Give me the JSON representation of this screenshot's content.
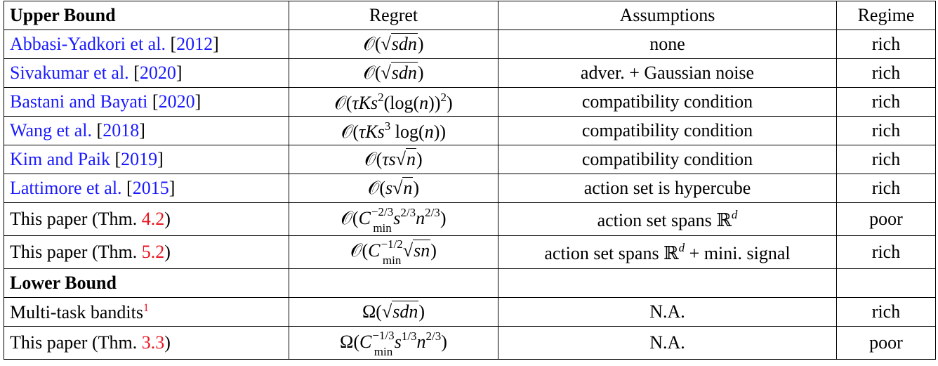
{
  "table": {
    "header": {
      "c0": "Upper Bound",
      "c1": "Regret",
      "c2": "Assumptions",
      "c3": "Regime"
    },
    "upper_rows": [
      {
        "author": "Abbasi-Yadkori et al.",
        "year": "2012",
        "regret": [
          {
            "k": "r",
            "t": "𝒪("
          },
          {
            "k": "sqrt",
            "t": "sdn"
          },
          {
            "k": "r",
            "t": ")"
          }
        ],
        "assumptions": "none",
        "regime": "rich"
      },
      {
        "author": "Sivakumar et al.",
        "year": "2020",
        "regret": [
          {
            "k": "r",
            "t": "𝒪("
          },
          {
            "k": "sqrt",
            "t": "sdn"
          },
          {
            "k": "r",
            "t": ")"
          }
        ],
        "assumptions": "adver. + Gaussian noise",
        "regime": "rich"
      },
      {
        "author": "Bastani and Bayati",
        "year": "2020",
        "regret": [
          {
            "k": "r",
            "t": "𝒪("
          },
          {
            "k": "i",
            "t": "τKs"
          },
          {
            "k": "sup",
            "t": "2"
          },
          {
            "k": "r",
            "t": "(log("
          },
          {
            "k": "i",
            "t": "n"
          },
          {
            "k": "r",
            "t": "))"
          },
          {
            "k": "sup",
            "t": "2"
          },
          {
            "k": "r",
            "t": ")"
          }
        ],
        "assumptions": "compatibility condition",
        "regime": "rich"
      },
      {
        "author": "Wang et al.",
        "year": "2018",
        "regret": [
          {
            "k": "r",
            "t": "𝒪("
          },
          {
            "k": "i",
            "t": "τKs"
          },
          {
            "k": "sup",
            "t": "3"
          },
          {
            "k": "r",
            "t": " log("
          },
          {
            "k": "i",
            "t": "n"
          },
          {
            "k": "r",
            "t": "))"
          }
        ],
        "assumptions": "compatibility condition",
        "regime": "rich"
      },
      {
        "author": "Kim and Paik",
        "year": "2019",
        "regret": [
          {
            "k": "r",
            "t": "𝒪("
          },
          {
            "k": "i",
            "t": "τs"
          },
          {
            "k": "sqrt",
            "t": "n"
          },
          {
            "k": "r",
            "t": ")"
          }
        ],
        "assumptions": "compatibility condition",
        "regime": "rich"
      },
      {
        "author": "Lattimore et al.",
        "year": "2015",
        "regret": [
          {
            "k": "r",
            "t": "𝒪("
          },
          {
            "k": "i",
            "t": "s"
          },
          {
            "k": "sqrt",
            "t": "n"
          },
          {
            "k": "r",
            "t": ")"
          }
        ],
        "assumptions": "action set is hypercube",
        "regime": "rich"
      },
      {
        "label": "This paper (Thm. ",
        "ref": "4.2",
        "close": ")",
        "regret": [
          {
            "k": "r",
            "t": "𝒪("
          },
          {
            "k": "i",
            "t": "C"
          },
          {
            "k": "ss",
            "sup": "−2/3",
            "sub": "min"
          },
          {
            "k": "i",
            "t": "s"
          },
          {
            "k": "sup",
            "t": "2/3"
          },
          {
            "k": "i",
            "t": "n"
          },
          {
            "k": "sup",
            "t": "2/3"
          },
          {
            "k": "r",
            "t": ")"
          }
        ],
        "assumptions": "action set spans ℝ",
        "assumptions_sup": "d",
        "regime": "poor"
      },
      {
        "label": "This paper (Thm. ",
        "ref": "5.2",
        "close": ")",
        "regret": [
          {
            "k": "r",
            "t": "𝒪("
          },
          {
            "k": "i",
            "t": "C"
          },
          {
            "k": "ss",
            "sup": "−1/2",
            "sub": "min"
          },
          {
            "k": "sqrt",
            "t": "sn"
          },
          {
            "k": "r",
            "t": ")"
          }
        ],
        "assumptions": "action set spans ℝ",
        "assumptions_sup": "d",
        "assumptions_tail": " + mini. signal",
        "regime": "rich"
      }
    ],
    "lower_header": "Lower Bound",
    "lower_rows": [
      {
        "label": "Multi-task bandits",
        "footnote": "1",
        "regret": [
          {
            "k": "r",
            "t": "Ω("
          },
          {
            "k": "sqrt",
            "t": "sdn"
          },
          {
            "k": "r",
            "t": ")"
          }
        ],
        "assumptions": "N.A.",
        "regime": "rich"
      },
      {
        "label": "This paper (Thm. ",
        "ref": "3.3",
        "close": ")",
        "regret": [
          {
            "k": "r",
            "t": "Ω("
          },
          {
            "k": "i",
            "t": "C"
          },
          {
            "k": "ss",
            "sup": "−1/3",
            "sub": "min"
          },
          {
            "k": "i",
            "t": "s"
          },
          {
            "k": "sup",
            "t": "1/3"
          },
          {
            "k": "i",
            "t": "n"
          },
          {
            "k": "sup",
            "t": "2/3"
          },
          {
            "k": "r",
            "t": ")"
          }
        ],
        "assumptions": "N.A.",
        "regime": "poor"
      }
    ]
  },
  "colors": {
    "citation_link": "#1a1aff",
    "cross_ref": "#e8141e"
  }
}
